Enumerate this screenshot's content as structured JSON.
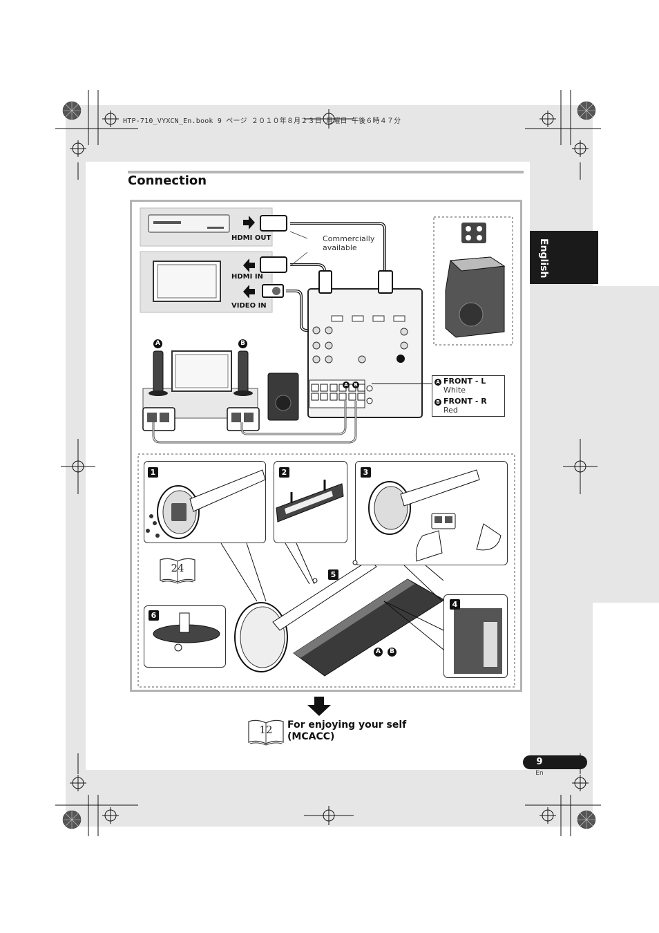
{
  "header": {
    "file_line": "HTP-710_VYXCN_En.book  9 ページ  ２０１０年８月２３日  月曜日  午後６時４７分"
  },
  "page": {
    "title": "Connection",
    "side_tab": "English",
    "page_number": "9",
    "page_lang": "En"
  },
  "diagram": {
    "labels": {
      "hdmi_out": "HDMI OUT",
      "hdmi_in": "HDMI IN",
      "video_in": "VIDEO IN",
      "commercially_available": "Commercially available",
      "marker_a": "A",
      "marker_b": "B"
    },
    "legend": {
      "a_title": "FRONT - L",
      "a_color": "White",
      "b_title": "FRONT - R",
      "b_color": "Red"
    },
    "steps": [
      "1",
      "2",
      "3",
      "4",
      "5",
      "6"
    ],
    "page_ref_24": "24"
  },
  "footer_ref": {
    "page": "12",
    "text_line1": "For enjoying your self",
    "text_line2": "(MCACC)"
  },
  "colors": {
    "band": "#e6e6e6",
    "frame": "#b3b3b3",
    "tab": "#1a1a1a"
  }
}
